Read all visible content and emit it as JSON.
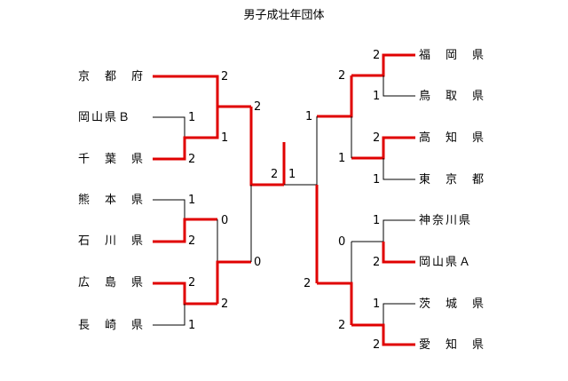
{
  "title": "男子成壮年団体",
  "left": {
    "teams": [
      "京　都　府",
      "岡山県Ｂ",
      "千　葉　県",
      "熊　本　県",
      "石　川　県",
      "広　島　県",
      "長　崎　県"
    ],
    "round1": {
      "okayama_b": "1",
      "chiba": "2",
      "kumamoto": "1",
      "ishikawa": "2",
      "hiroshima": "2",
      "nagasaki": "1"
    },
    "round2": {
      "kyoto": "2",
      "chiba": "1",
      "ishikawa": "0",
      "hiroshima": "2"
    },
    "semi": {
      "kyoto": "2",
      "hiroshima": "0"
    }
  },
  "right": {
    "teams": [
      "福　岡　県",
      "鳥　取　県",
      "高　知　県",
      "東　京　都",
      "神奈川県",
      "岡山県Ａ",
      "茨　城　県",
      "愛　知　県"
    ],
    "round1": {
      "fukuoka": "2",
      "tottori": "1",
      "kochi": "2",
      "tokyo": "1",
      "kanagawa": "1",
      "okayama_a": "2",
      "ibaraki": "1",
      "aichi": "2"
    },
    "round2": {
      "fukuoka": "2",
      "kochi": "1",
      "okayama_a": "0",
      "aichi": "2"
    },
    "semi": {
      "fukuoka": "1",
      "aichi": "2"
    }
  },
  "final": {
    "left_score": "2",
    "right_score": "1"
  }
}
